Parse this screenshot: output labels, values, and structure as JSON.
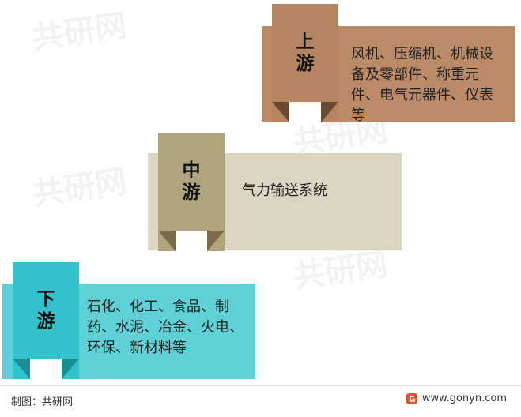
{
  "colors": {
    "upstream_panel": "#bb8b68",
    "upstream_tab": "#b58460",
    "upstream_shadow": "#6a4a30",
    "midstream_panel": "#ddd5c4",
    "midstream_tab": "#b0a47e",
    "midstream_shadow": "#7a6c48",
    "downstream_panel": "#5fd1d6",
    "downstream_tab": "#33c2cc",
    "downstream_shadow": "#1b8f96"
  },
  "stages": {
    "upstream": {
      "label": "上游",
      "text": "风机、压缩机、机械设备及零部件、称重元件、电气元器件、仪表等"
    },
    "midstream": {
      "label": "中游",
      "text": "气力输送系统"
    },
    "downstream": {
      "label": "下游",
      "text": "石化、化工、食品、制药、水泥、冶金、火电、环保、新材料等"
    }
  },
  "footer": {
    "source": "制图：共研网",
    "site": "www.gonyn.com"
  },
  "watermark": {
    "text": "共研网"
  }
}
